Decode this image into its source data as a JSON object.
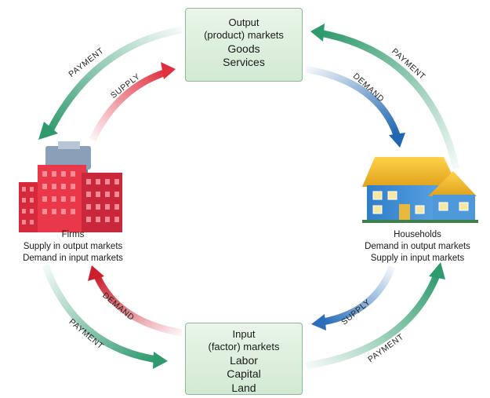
{
  "output_market": {
    "title_line1": "Output",
    "title_line2": "(product) markets",
    "items": [
      "Goods",
      "Services"
    ]
  },
  "input_market": {
    "title_line1": "Input",
    "title_line2": "(factor) markets",
    "items": [
      "Labor",
      "Capital",
      "Land"
    ]
  },
  "firms": {
    "name": "Firms",
    "line1": "Supply in output markets",
    "line2": "Demand in input markets"
  },
  "households": {
    "name": "Households",
    "line1": "Demand in output markets",
    "line2": "Supply in input markets"
  },
  "flow_labels": {
    "payment_top_left": "PAYMENT",
    "supply_top_left": "SUPPLY",
    "payment_top_right": "PAYMENT",
    "demand_top_right": "DEMAND",
    "demand_bottom_left": "DEMAND",
    "payment_bottom_left": "PAYMENT",
    "supply_bottom_right": "SUPPLY",
    "payment_bottom_right": "PAYMENT"
  },
  "colors": {
    "payment": "#2f9a6e",
    "supply_firms": "#e0303f",
    "demand_households": "#1f67b0",
    "demand_firms": "#cc1f2e",
    "supply_households": "#2a6fb8",
    "box_border": "#8fb898"
  }
}
